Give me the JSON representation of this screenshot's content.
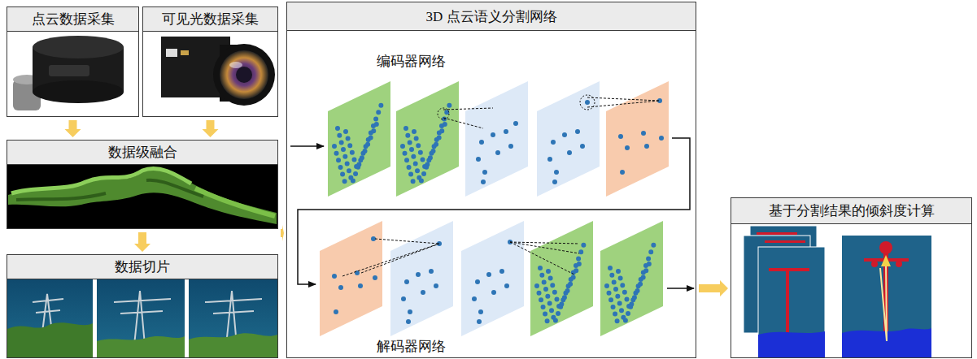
{
  "diagram": {
    "nodes": [
      {
        "text": [
          "点云数据采集"
        ]
      },
      {
        "text": [
          "可见光数据采集"
        ]
      },
      {
        "text": [
          "数据级融合"
        ]
      },
      {
        "text": [
          "数据切片"
        ]
      },
      {
        "text": [
          "3D 点云语义分割网络"
        ]
      },
      {
        "text": [
          "基于分割结果的倾斜度计算"
        ]
      }
    ],
    "edges": [
      {
        "from": 0,
        "to": 2,
        "arrow": "to"
      },
      {
        "from": 1,
        "to": 2,
        "arrow": "to"
      },
      {
        "from": 2,
        "to": 3,
        "arrow": "to"
      },
      {
        "from": 3,
        "to": 4,
        "arrow": "to"
      },
      {
        "from": 4,
        "to": 5,
        "arrow": "to"
      }
    ],
    "labels": [
      "编码器网络",
      "解码器网络"
    ]
  }
}
